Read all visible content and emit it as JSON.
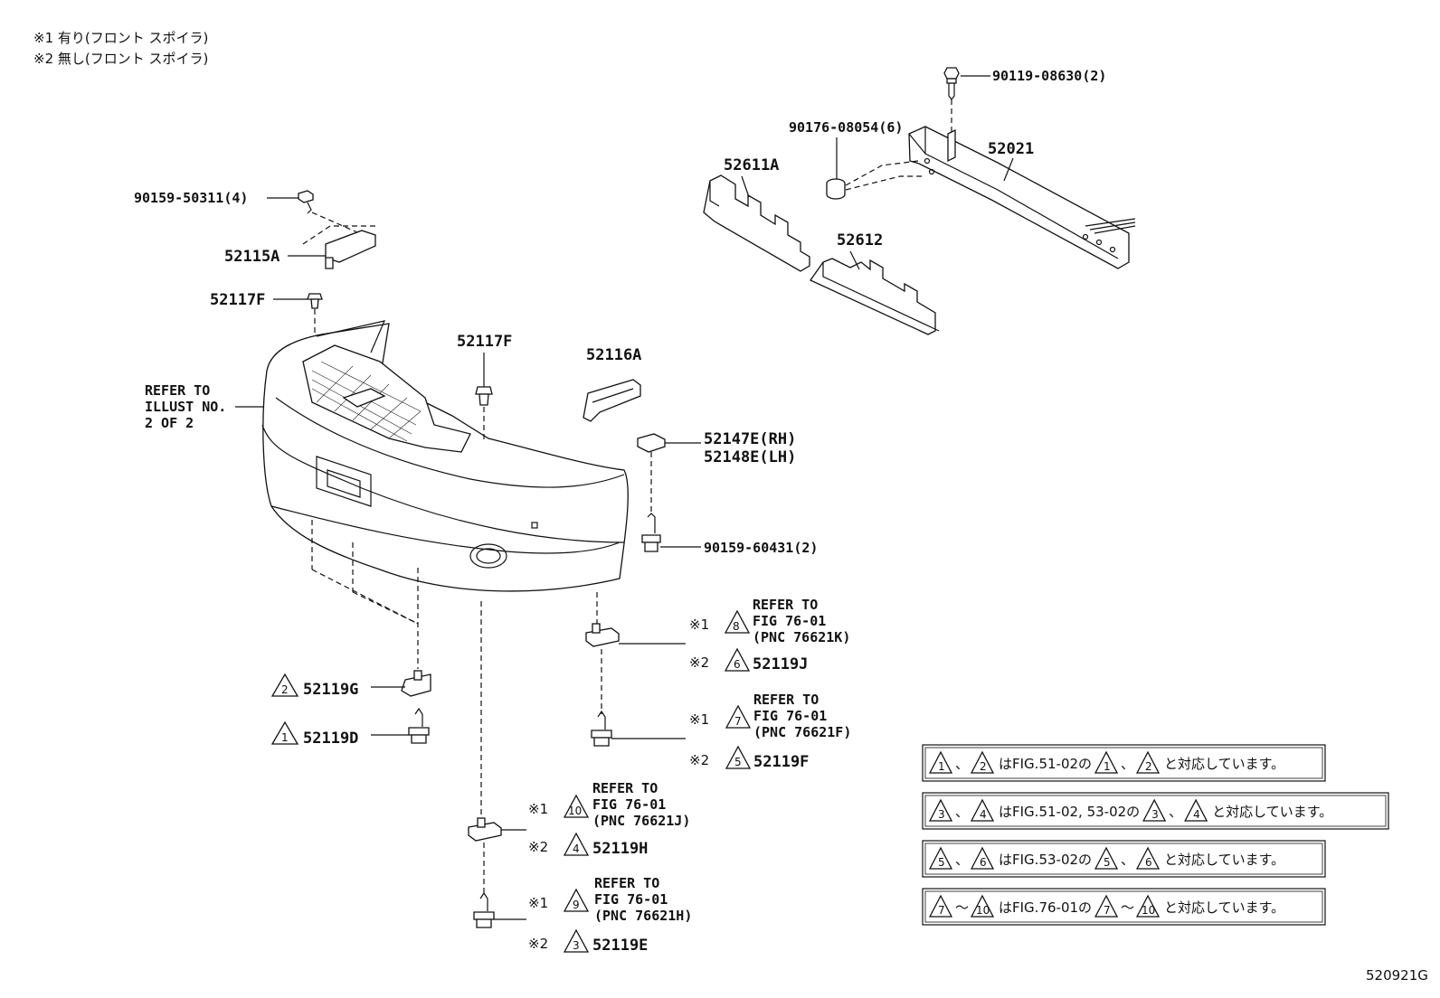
{
  "notes": {
    "note1": "※1 有り(フロント スポイラ)",
    "note2": "※2 無し(フロント スポイラ)"
  },
  "parts": {
    "p90119": "90119-08630(2)",
    "p90176": "90176-08054(6)",
    "p52021": "52021",
    "p52611a": "52611A",
    "p52612": "52612",
    "p90159a": "90159-50311(4)",
    "p52115a": "52115A",
    "p52117f_left": "52117F",
    "p52117f_mid": "52117F",
    "p52116a": "52116A",
    "p52147e": "52147E(RH)",
    "p52148e": "52148E(LH)",
    "p90159b": "90159-60431(2)",
    "p52119g": "52119G",
    "p52119d": "52119D",
    "p52119j": "52119J",
    "p52119f": "52119F",
    "p52119h": "52119H",
    "p52119e": "52119E"
  },
  "refer_bumper": {
    "l1": "REFER TO",
    "l2": "ILLUST NO.",
    "l3": "2 OF 2"
  },
  "refs": [
    {
      "l1": "REFER TO",
      "l2": "FIG 76-01",
      "l3": "(PNC 76621K)",
      "tri": "8"
    },
    {
      "l1": "REFER TO",
      "l2": "FIG 76-01",
      "l3": "(PNC 76621F)",
      "tri": "7"
    },
    {
      "l1": "REFER TO",
      "l2": "FIG 76-01",
      "l3": "(PNC 76621J)",
      "tri": "10"
    },
    {
      "l1": "REFER TO",
      "l2": "FIG 76-01",
      "l3": "(PNC 76621H)",
      "tri": "9"
    }
  ],
  "marks": {
    "x1": "※1",
    "x2": "※2"
  },
  "triangles": {
    "t2_g": "2",
    "t1_d": "1",
    "t6_j": "6",
    "t5_f": "5",
    "t4_h": "4",
    "t3_e": "3"
  },
  "legend": [
    {
      "a": "1",
      "sep": "、",
      "b": "2",
      "text1": "はFIG.51-02の",
      "c": "1",
      "sep2": "、",
      "d": "2",
      "text2": "と対応しています。"
    },
    {
      "a": "3",
      "sep": "、",
      "b": "4",
      "text1": "はFIG.51-02, 53-02の",
      "c": "3",
      "sep2": "、",
      "d": "4",
      "text2": "と対応しています。"
    },
    {
      "a": "5",
      "sep": "、",
      "b": "6",
      "text1": "はFIG.53-02の",
      "c": "5",
      "sep2": "、",
      "d": "6",
      "text2": "と対応しています。"
    },
    {
      "a": "7",
      "sep": "～",
      "b": "10",
      "text1": "はFIG.76-01の",
      "c": "7",
      "sep2": "～",
      "d": "10",
      "text2": "と対応しています。"
    }
  ],
  "figure_id": "520921G"
}
